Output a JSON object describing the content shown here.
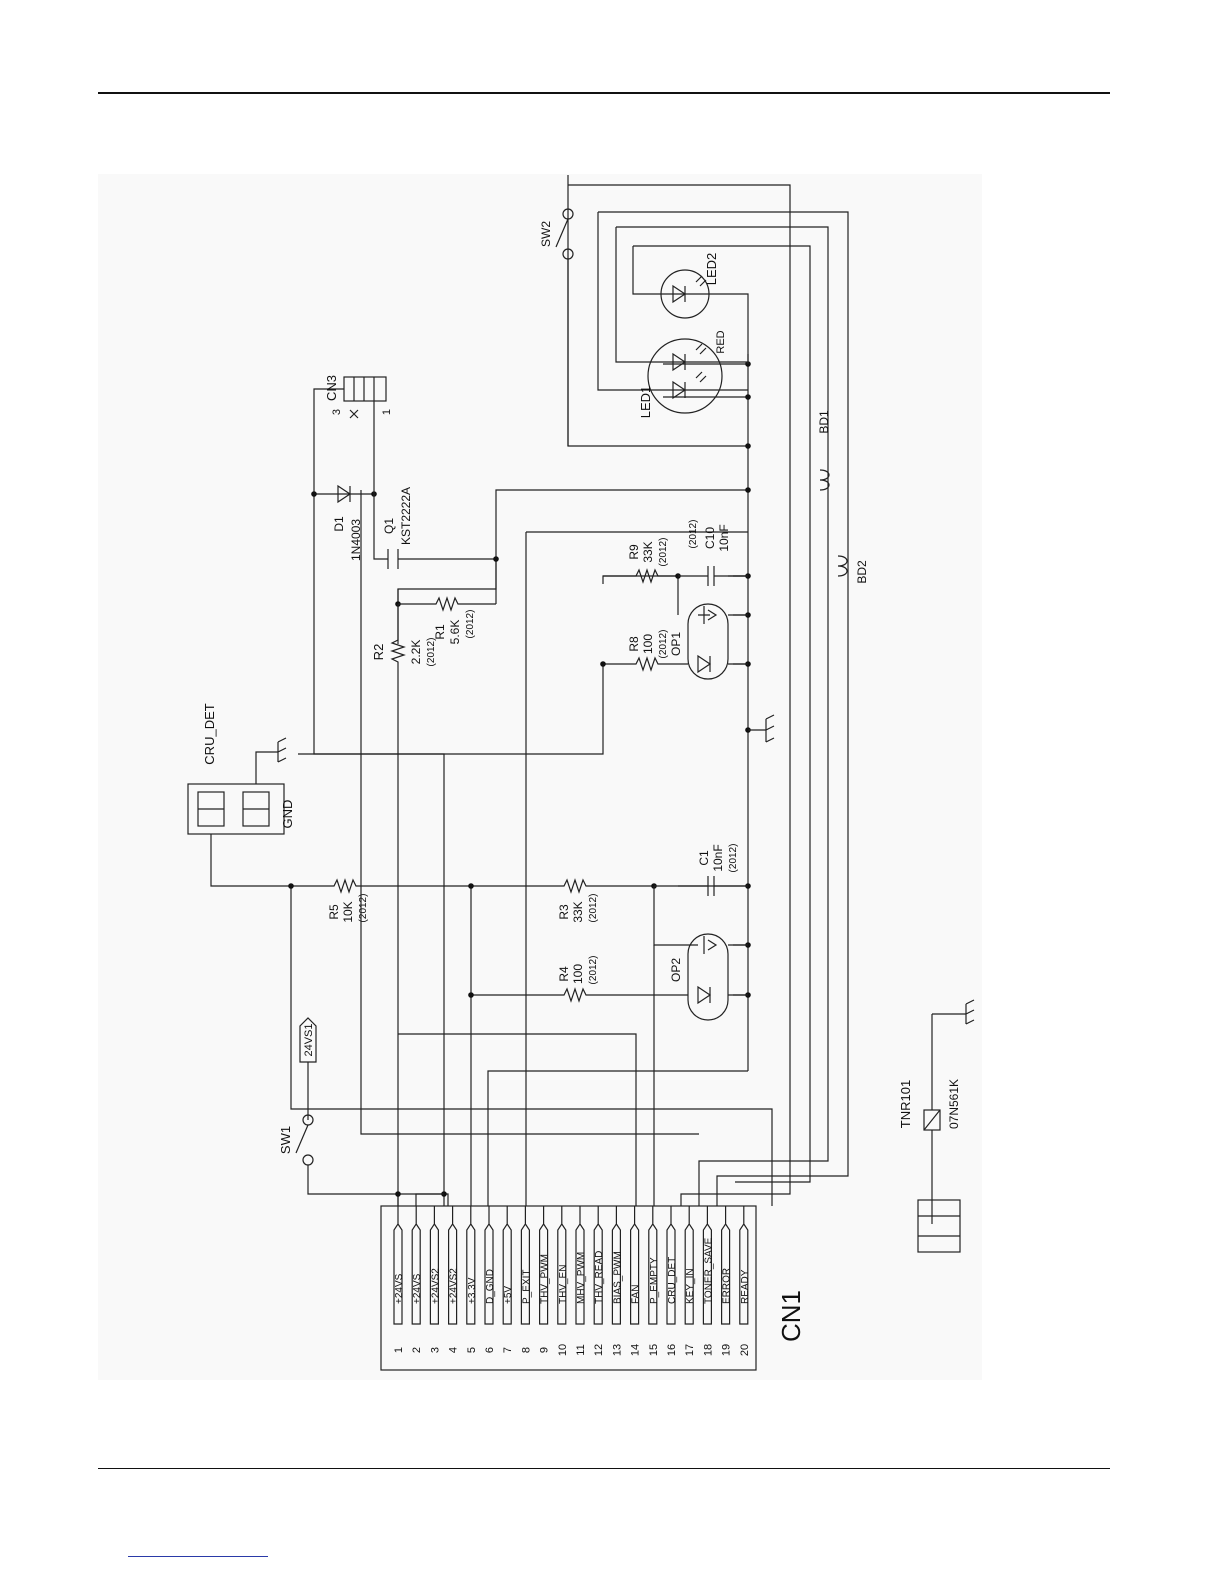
{
  "connector": {
    "name": "CN1",
    "pins": [
      {
        "num": "1",
        "label": "+24VS"
      },
      {
        "num": "2",
        "label": "+24VS"
      },
      {
        "num": "3",
        "label": "+24VS2"
      },
      {
        "num": "4",
        "label": "+24VS2"
      },
      {
        "num": "5",
        "label": "+3.3V"
      },
      {
        "num": "6",
        "label": "D_GND"
      },
      {
        "num": "7",
        "label": "+5V"
      },
      {
        "num": "8",
        "label": "P_EXIT"
      },
      {
        "num": "9",
        "label": "THV_PWM"
      },
      {
        "num": "10",
        "label": "THV_EN"
      },
      {
        "num": "11",
        "label": "MHV_PWM"
      },
      {
        "num": "12",
        "label": "THV_READ"
      },
      {
        "num": "13",
        "label": "BIAS_PWM"
      },
      {
        "num": "14",
        "label": "FAN"
      },
      {
        "num": "15",
        "label": "P_EMPTY"
      },
      {
        "num": "16",
        "label": "CRU_DET"
      },
      {
        "num": "17",
        "label": "KEY_IN"
      },
      {
        "num": "18",
        "label": "TONER_SAVE"
      },
      {
        "num": "19",
        "label": "ERROR"
      },
      {
        "num": "20",
        "label": "READY"
      }
    ]
  },
  "labels": {
    "sw1": "SW1",
    "v24vs1": "24VS1",
    "sw2": "SW2",
    "cn3": "CN3",
    "cn3_pin3": "3",
    "cn3_pin1": "1",
    "d1": "D1",
    "d1_part": "1N4003",
    "q1": "Q1",
    "q1_part": "KST2222A",
    "r2": "R2",
    "r2_val": "2.2K",
    "r2_pkg": "(2012)",
    "r1": "R1",
    "r1_val": "5.6K",
    "r1_pkg": "(2012)",
    "r9": "R9",
    "r9_val": "33K",
    "r9_pkg": "(2012)",
    "c10_pkg": "(2012)",
    "c10": "C10",
    "c10_val": "10nF",
    "r8": "R8",
    "r8_val": "100",
    "r8_pkg": "(2012)",
    "op1": "OP1",
    "led1": "LED1",
    "red": "RED",
    "led2": "LED2",
    "bd1": "BD1",
    "bd2": "BD2",
    "cru_det": "CRU_DET",
    "gnd": "GND",
    "r5": "R5",
    "r5_val": "10K",
    "r5_pkg": "(2012)",
    "r3": "R3",
    "r3_val": "33K",
    "r3_pkg": "(2012)",
    "c1": "C1",
    "c1_val": "10nF",
    "c1_pkg": "(2012)",
    "r4": "R4",
    "r4_val": "100",
    "r4_pkg": "(2012)",
    "op2": "OP2",
    "tnr101": "TNR101",
    "tnr_part": "07N561K"
  }
}
